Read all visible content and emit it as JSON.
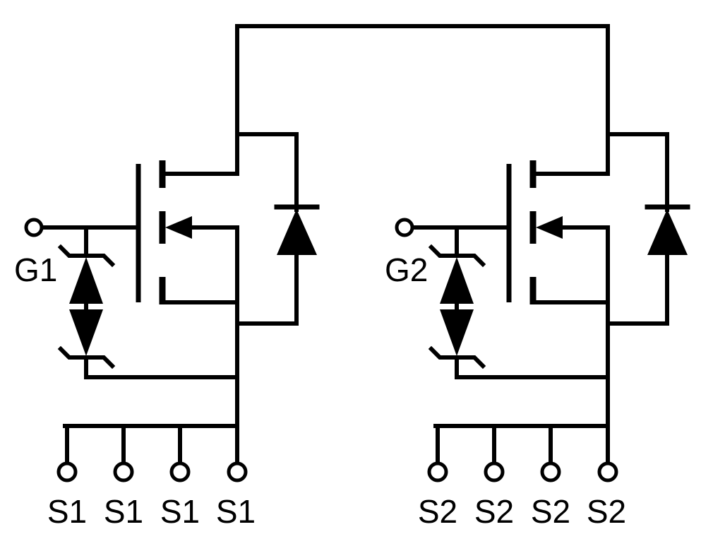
{
  "diagram": {
    "type": "circuit-schematic",
    "colors": {
      "line": "#000000",
      "background": "#ffffff"
    },
    "devices": [
      {
        "name": "mosfet-1",
        "gate_label": "G1",
        "source_labels": [
          "S1",
          "S1",
          "S1",
          "S1"
        ],
        "parts": [
          "n-channel-mosfet",
          "body-diode",
          "back-to-back-zener-esd",
          "gate-terminal",
          "four-source-terminals"
        ]
      },
      {
        "name": "mosfet-2",
        "gate_label": "G2",
        "source_labels": [
          "S2",
          "S2",
          "S2",
          "S2"
        ],
        "parts": [
          "n-channel-mosfet",
          "body-diode",
          "back-to-back-zener-esd",
          "gate-terminal",
          "four-source-terminals"
        ]
      }
    ]
  }
}
